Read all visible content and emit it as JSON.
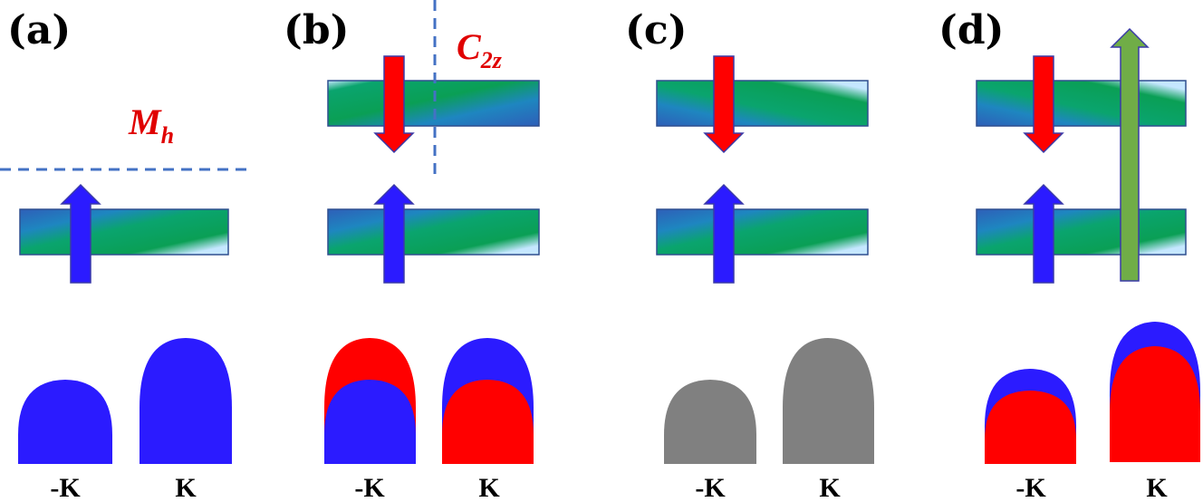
{
  "panels": {
    "a": {
      "label": "(a)",
      "symbol_main": "M",
      "symbol_sub": "h",
      "k_left": "-K",
      "k_right": "K"
    },
    "b": {
      "label": "(b)",
      "symbol_main": "C",
      "symbol_sub": "2z",
      "k_left": "-K",
      "k_right": "K"
    },
    "c": {
      "label": "(c)",
      "k_left": "-K",
      "k_right": "K"
    },
    "d": {
      "label": "(d)",
      "k_left": "-K",
      "k_right": "K"
    }
  },
  "colors": {
    "spin_up": "#2b1bff",
    "spin_down": "#ff0000",
    "neutral": "#808080",
    "extra_arrow": "#70ad47",
    "mirror_line": "#4472c4"
  }
}
